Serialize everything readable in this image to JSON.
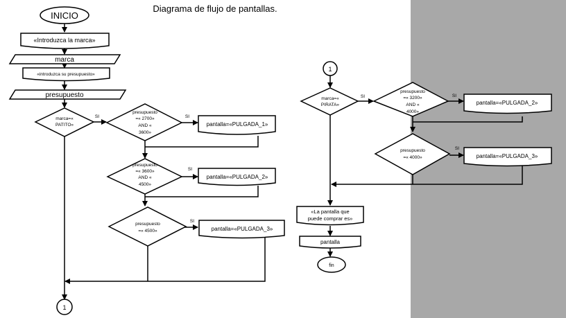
{
  "title": "Diagrama de flujo de pantallas.",
  "left": {
    "start": "INICIO",
    "prompt_brand": "«Introduzca la marca»",
    "input_brand": "marca",
    "prompt_budget": "«introduzca su presupuesto»",
    "input_budget": "presupuesto",
    "dec_brand": [
      "marca=«",
      "PATITO»"
    ],
    "dec1": [
      "presupuesto",
      "=«  2700»",
      "AND «",
      "3600»"
    ],
    "dec2": [
      "presupuesto",
      "=«  3600»",
      "AND «",
      "4500»"
    ],
    "dec3": [
      "presupuesto",
      "=«  4500»"
    ],
    "out1": "pantalla=«PULGADA_1»",
    "out2": "pantalla=«PULGADA_2»",
    "out3": "pantalla=«PULGADA_3»",
    "si": "SI",
    "connector": "1"
  },
  "right": {
    "connector": "1",
    "dec_brand": [
      "marca=«",
      "PIRATA»"
    ],
    "dec1": [
      "presupuesto",
      "=«  3200»",
      "AND «",
      "4000»"
    ],
    "dec2": [
      "presupuesto",
      "=«  4000»"
    ],
    "out1": "pantalla=«PULGADA_2»",
    "out2": "pantalla=«PULGADA_3»",
    "display_msg": [
      "«La pantalla que",
      "puede comprar es»"
    ],
    "display_var": "pantalla",
    "end": "fin",
    "si": "SI"
  }
}
